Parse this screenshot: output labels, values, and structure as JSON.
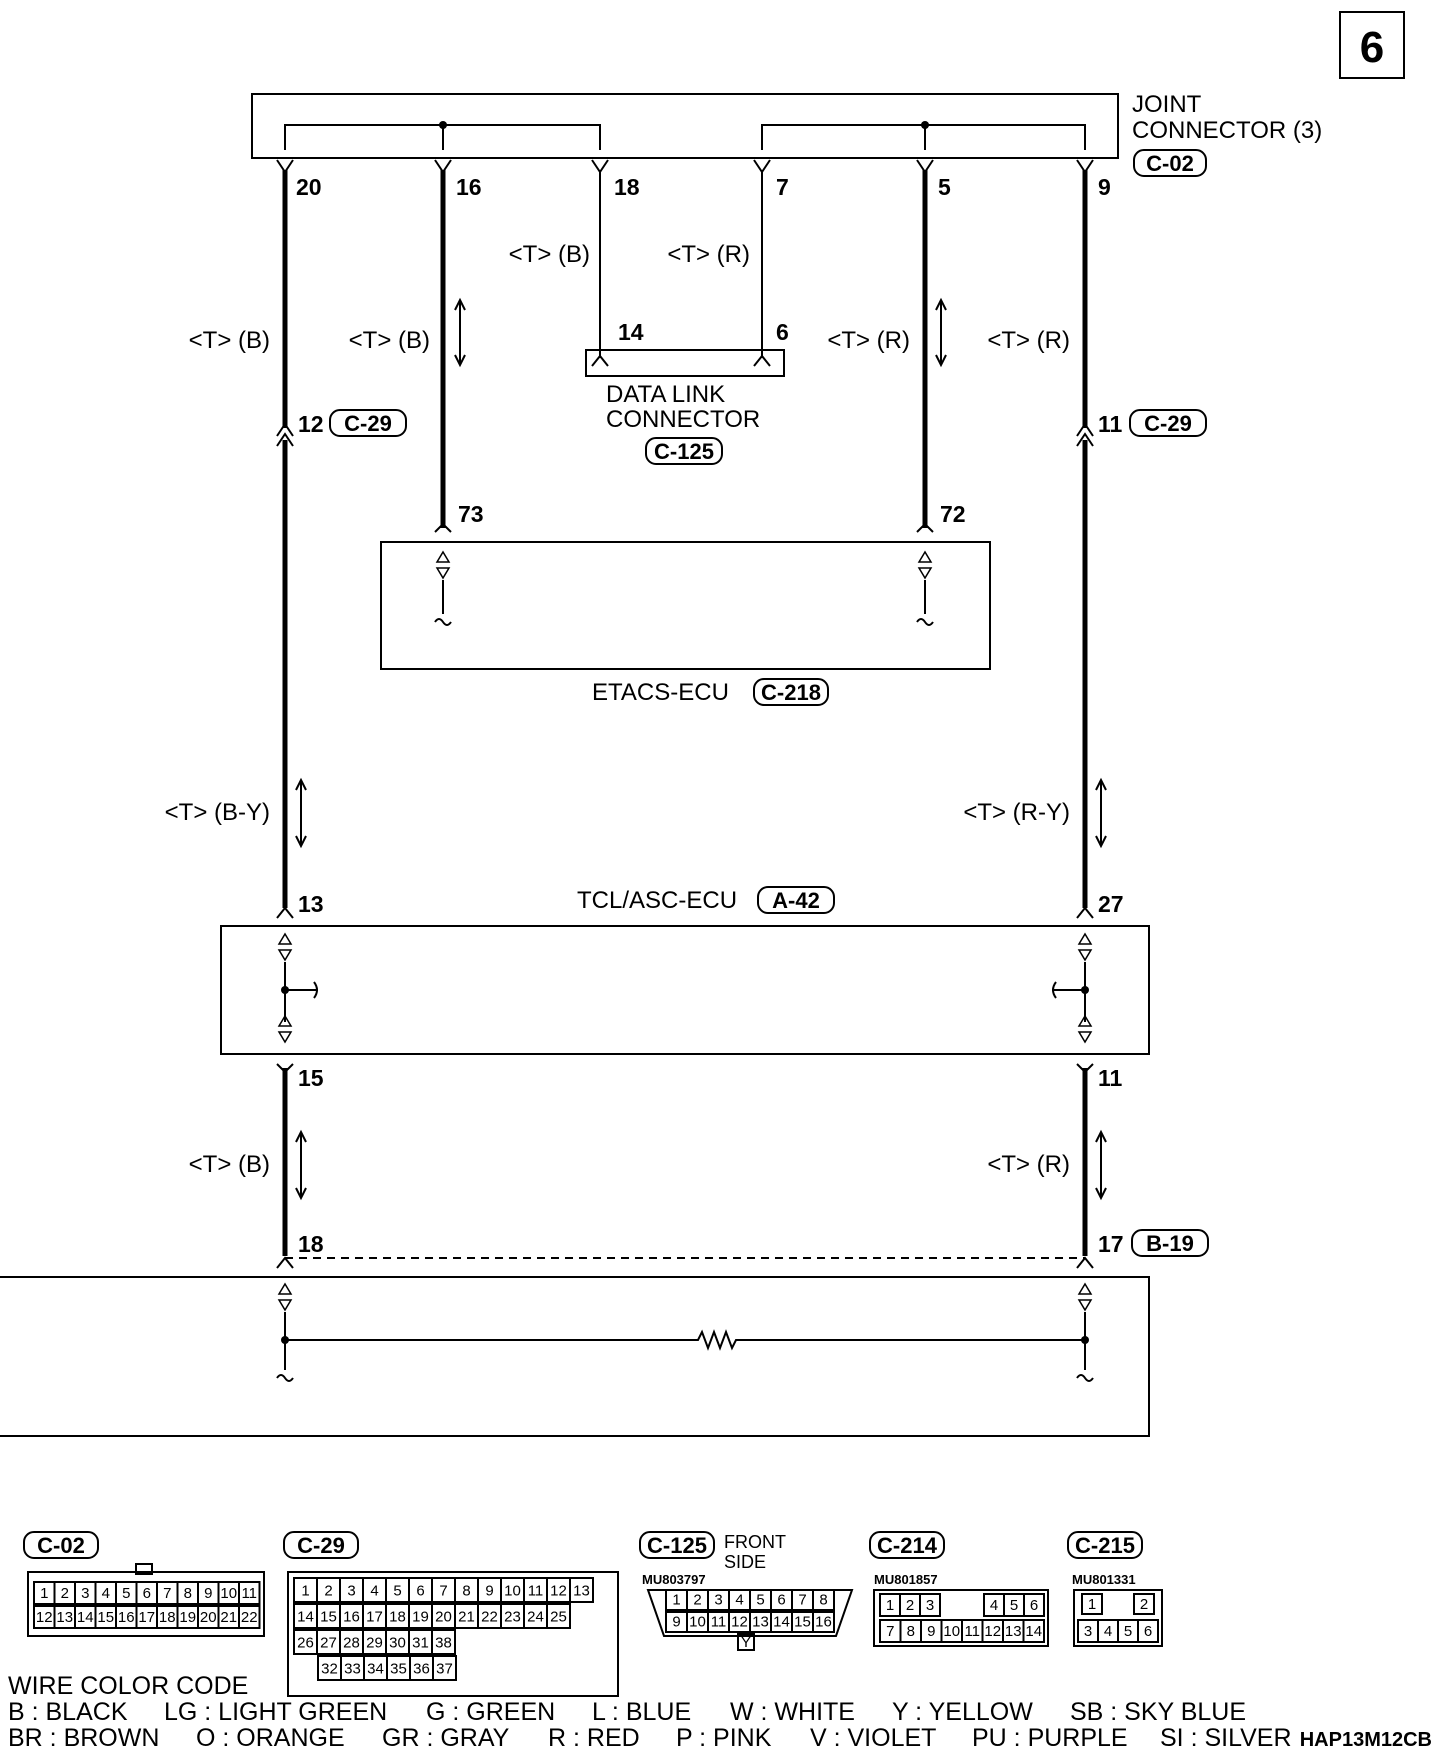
{
  "page_number": "6",
  "figure_code": "HAP13M12CB",
  "joint_connector": {
    "label_line1": "JOINT",
    "label_line2": "CONNECTOR (3)",
    "code": "C-02"
  },
  "jc_pins": [
    "20",
    "16",
    "18",
    "7",
    "5",
    "9"
  ],
  "wire_labels": {
    "w20": "<T> (B)",
    "w16": "<T> (B)",
    "w18": "<T> (B)",
    "w7": "<T> (R)",
    "w5": "<T> (R)",
    "w9": "<T> (R)",
    "w_left_mid": "<T> (B-Y)",
    "w_right_mid": "<T> (R-Y)",
    "w_left_bot": "<T> (B)",
    "w_right_bot": "<T> (R)"
  },
  "dlc": {
    "label_line1": "DATA LINK",
    "label_line2": "CONNECTOR",
    "code": "C-125",
    "pin_a": "14",
    "pin_b": "6"
  },
  "c29": {
    "left_pin": "12",
    "right_pin": "11",
    "code": "C-29"
  },
  "etacs": {
    "label": "ETACS-ECU",
    "code": "C-218",
    "pin_a": "73",
    "pin_b": "72"
  },
  "tcl": {
    "label": "TCL/ASC-ECU",
    "code": "A-42",
    "pin_top_left": "13",
    "pin_top_right": "27",
    "pin_bot_left": "15",
    "pin_bot_right": "11"
  },
  "bottom_conn": {
    "pin_left": "18",
    "pin_right": "17",
    "code": "B-19"
  },
  "connector_views": {
    "c02": {
      "code": "C-02",
      "row1": [
        "1",
        "2",
        "3",
        "4",
        "5",
        "6",
        "7",
        "8",
        "9",
        "10",
        "11"
      ],
      "row2": [
        "12",
        "13",
        "14",
        "15",
        "16",
        "17",
        "18",
        "19",
        "20",
        "21",
        "22"
      ]
    },
    "c29": {
      "code": "C-29",
      "row1": [
        "1",
        "2",
        "3",
        "4",
        "5",
        "6",
        "7",
        "8",
        "9",
        "10",
        "11",
        "12",
        "13"
      ],
      "row2": [
        "14",
        "15",
        "16",
        "17",
        "18",
        "19",
        "20",
        "21",
        "22",
        "23",
        "24",
        "25"
      ],
      "row3": [
        "26",
        "27",
        "28",
        "29",
        "30",
        "31",
        "38"
      ],
      "row4": [
        "32",
        "33",
        "34",
        "35",
        "36",
        "37"
      ]
    },
    "c125": {
      "code": "C-125",
      "side_line1": "FRONT",
      "side_line2": "SIDE",
      "part": "MU803797",
      "row1": [
        "1",
        "2",
        "3",
        "4",
        "5",
        "6",
        "7",
        "8"
      ],
      "row2": [
        "9",
        "10",
        "11",
        "12",
        "13",
        "14",
        "15",
        "16"
      ],
      "tab": "Y"
    },
    "c214": {
      "code": "C-214",
      "part": "MU801857",
      "row1": [
        "1",
        "2",
        "3",
        "4",
        "5",
        "6"
      ],
      "row2": [
        "7",
        "8",
        "9",
        "10",
        "11",
        "12",
        "13",
        "14"
      ]
    },
    "c215": {
      "code": "C-215",
      "part": "MU801331",
      "row1": [
        "1",
        "2"
      ],
      "row2": [
        "3",
        "4",
        "5",
        "6"
      ]
    }
  },
  "wire_color_code": {
    "title": "WIRE COLOR CODE",
    "line1": [
      "B : BLACK",
      "LG : LIGHT GREEN",
      "G : GREEN",
      "L : BLUE",
      "W : WHITE",
      "Y : YELLOW",
      "SB : SKY BLUE"
    ],
    "line2": [
      "BR : BROWN",
      "O : ORANGE",
      "GR : GRAY",
      "R : RED",
      "P : PINK",
      "V : VIOLET",
      "PU : PURPLE",
      "SI : SILVER"
    ]
  }
}
